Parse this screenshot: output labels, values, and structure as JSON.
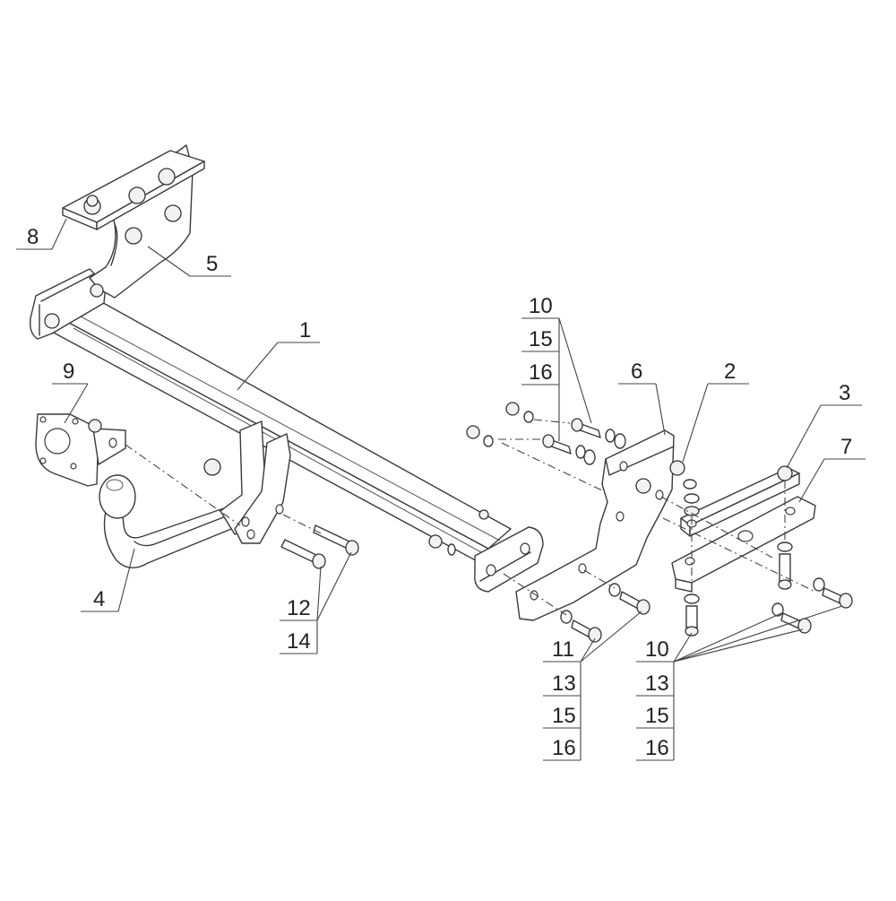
{
  "callouts": {
    "c1": "1",
    "c2": "2",
    "c3": "3",
    "c4": "4",
    "c5": "5",
    "c6": "6",
    "c7": "7",
    "c8": "8",
    "c9": "9",
    "c10a": "10",
    "c15a": "15",
    "c16a": "16",
    "c12": "12",
    "c14": "14",
    "c11": "11",
    "c13a": "13",
    "c15b": "15",
    "c16b": "16",
    "c10b": "10",
    "c13b": "13",
    "c15c": "15",
    "c16c": "16"
  }
}
